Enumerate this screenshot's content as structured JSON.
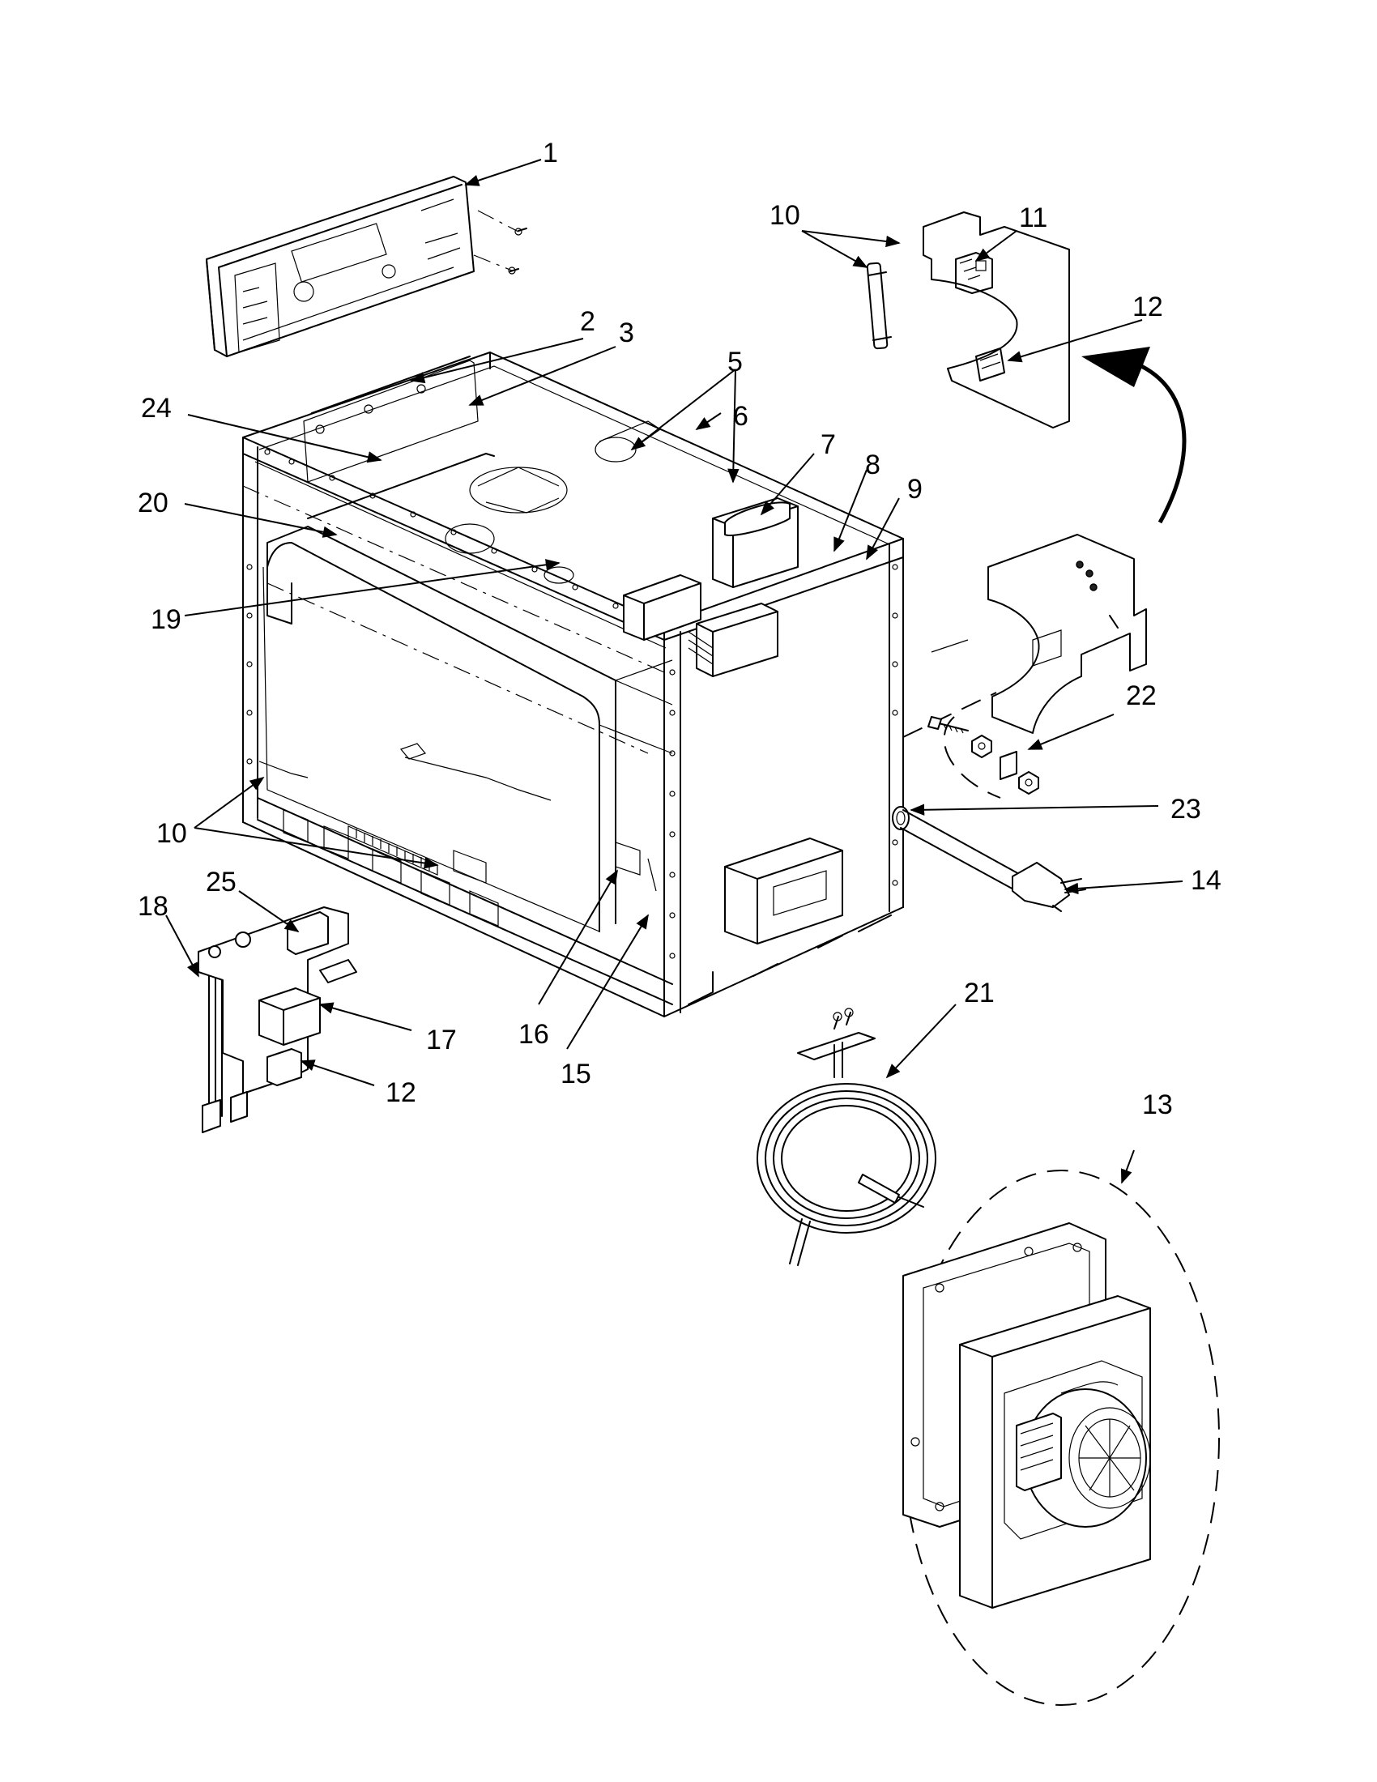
{
  "callouts": {
    "c1": "1",
    "c2": "2",
    "c3": "3",
    "c5": "5",
    "c6": "6",
    "c7": "7",
    "c8": "8",
    "c9": "9",
    "c10a": "10",
    "c11": "11",
    "c12a": "12",
    "c24": "24",
    "c20": "20",
    "c19": "19",
    "c22": "22",
    "c23": "23",
    "c14": "14",
    "c10b": "10",
    "c25": "25",
    "c18": "18",
    "c17": "17",
    "c12b": "12",
    "c16": "16",
    "c15": "15",
    "c21": "21",
    "c13": "13"
  }
}
